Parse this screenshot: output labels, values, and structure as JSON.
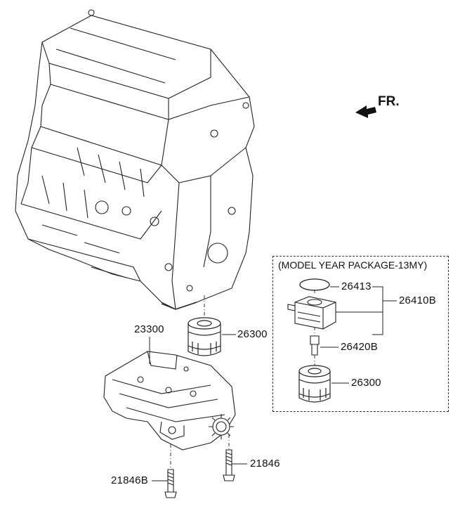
{
  "direction_label": "FR.",
  "package": {
    "title": "(MODEL YEAR PACKAGE-13MY)"
  },
  "labels": {
    "oil_filter_main": "26300",
    "oil_pump": "23300",
    "bolt_right": "21846",
    "bolt_left": "21846B",
    "o_ring": "26413",
    "oil_cooler": "26410B",
    "fitting": "26420B",
    "oil_filter_pkg": "26300"
  }
}
